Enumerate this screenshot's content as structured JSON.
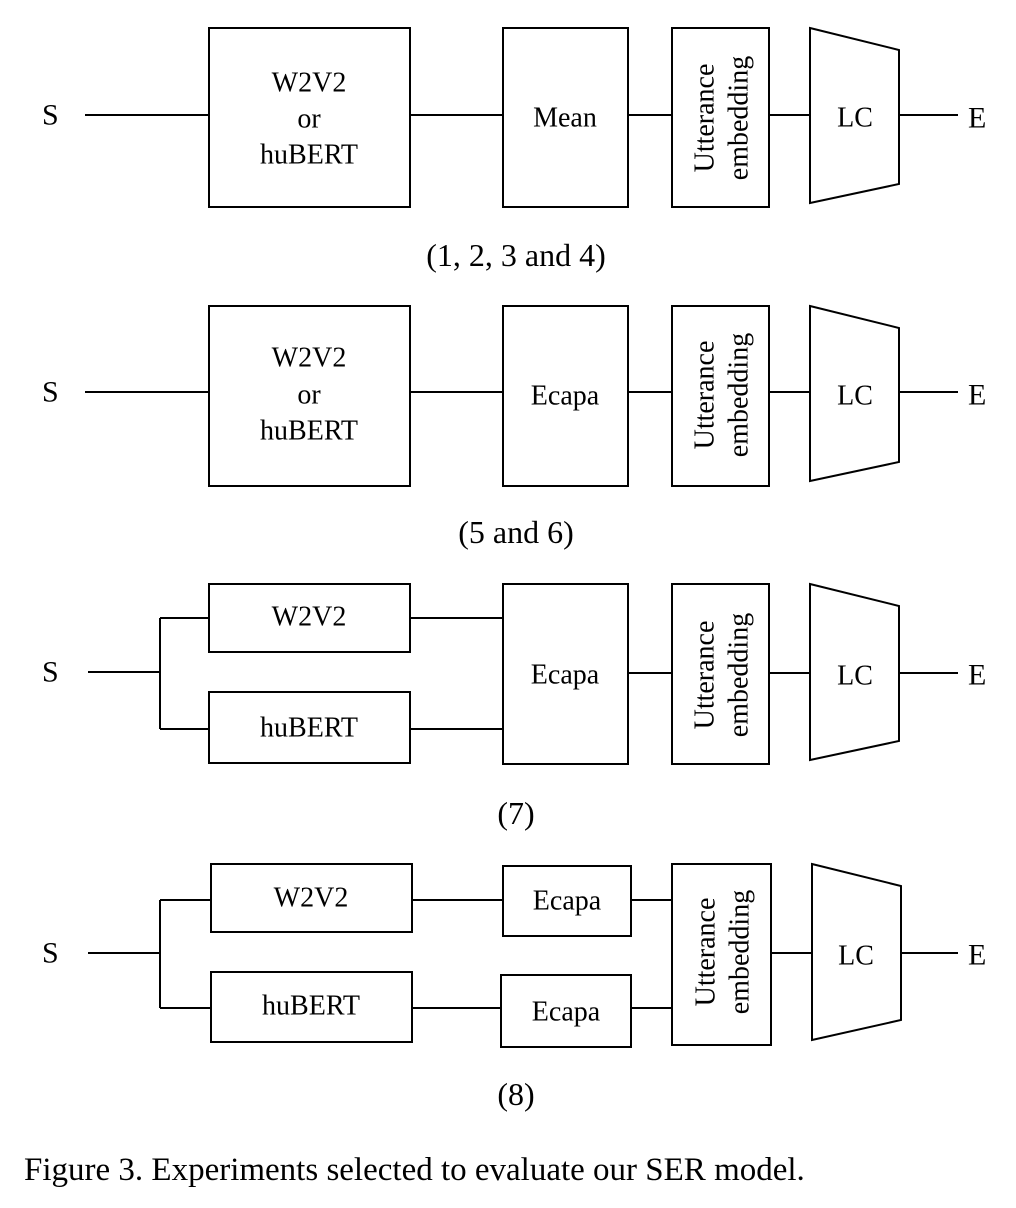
{
  "labels": {
    "input": "S",
    "output": "E",
    "w2v2_or_hubert": [
      "W2V2",
      "or",
      "huBERT"
    ],
    "w2v2": "W2V2",
    "hubert": "huBERT",
    "mean": "Mean",
    "ecapa": "Ecapa",
    "utterance_embedding": [
      "Utterance",
      "embedding"
    ],
    "lc": "LC"
  },
  "experiments": [
    {
      "caption": "(1, 2, 3 and 4)"
    },
    {
      "caption": "(5 and 6)"
    },
    {
      "caption": "(7)"
    },
    {
      "caption": "(8)"
    }
  ],
  "caption": "Figure 3. Experiments selected to evaluate our SER model."
}
